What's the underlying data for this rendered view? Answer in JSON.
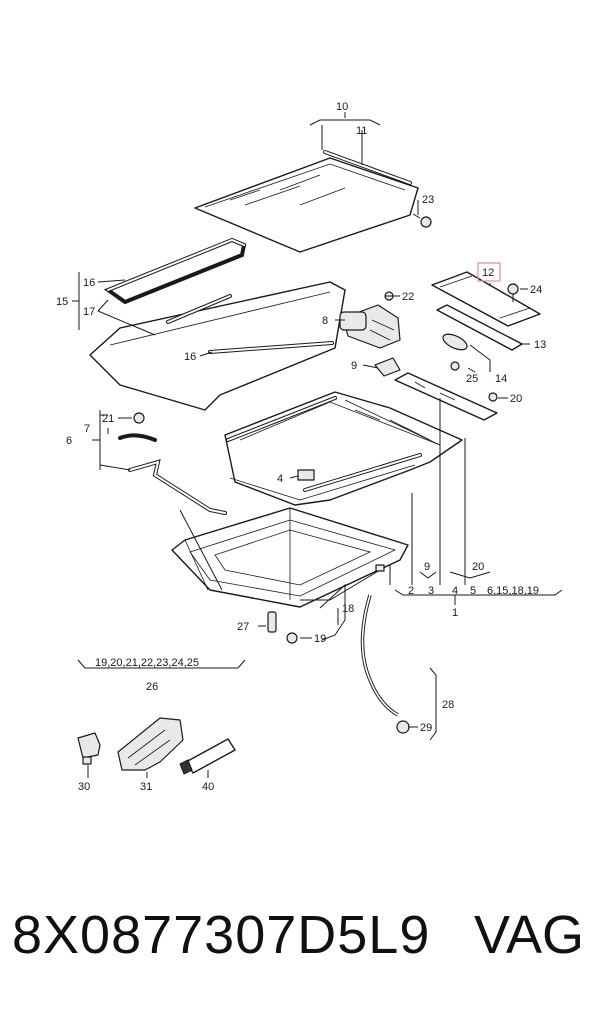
{
  "callouts": {
    "c10": "10",
    "c11": "11",
    "c23": "23",
    "c12": "12",
    "c24": "24",
    "c16a": "16",
    "c15": "15",
    "c17": "17",
    "c16b": "16",
    "c22": "22",
    "c8": "8",
    "c13": "13",
    "c9": "9",
    "c25": "25",
    "c14": "14",
    "c20": "20",
    "c21": "21",
    "c7": "7",
    "c6": "6",
    "c4": "4",
    "c9b": "9",
    "c20b": "20",
    "c2": "2",
    "c3": "3",
    "c4b": "4",
    "c5": "5",
    "c6b": "6,15,18,19",
    "c1": "1",
    "c18": "18",
    "c27": "27",
    "c19": "19",
    "c26list": "19,20,21,22,23,24,25",
    "c26": "26",
    "c28": "28",
    "c29": "29",
    "c30": "30",
    "c31": "31",
    "c40": "40"
  },
  "footer": {
    "part_number": "8X0877307D5L9",
    "brand": "VAG"
  },
  "colors": {
    "highlight": "#e48b8b",
    "ink": "#1a1a1a"
  }
}
